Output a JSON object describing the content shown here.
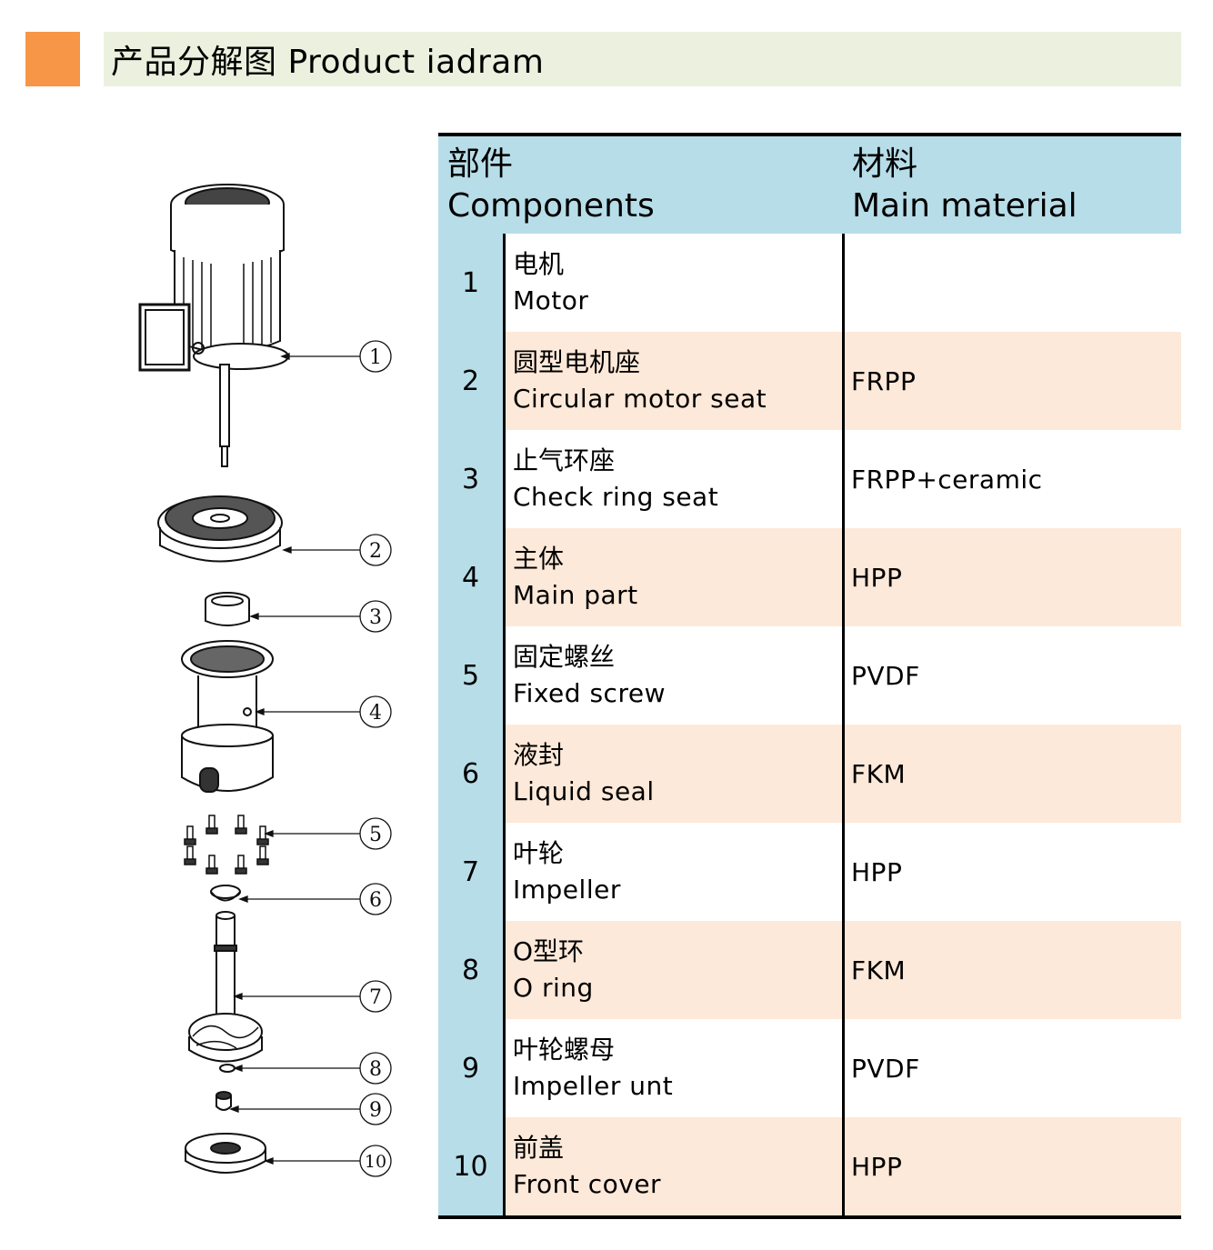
{
  "header": {
    "title": "产品分解图 Product iadram",
    "accent_color": "#f79646",
    "bar_color": "#ebf1de"
  },
  "diagram": {
    "callouts": [
      "1",
      "2",
      "3",
      "4",
      "5",
      "6",
      "7",
      "8",
      "9",
      "10"
    ]
  },
  "table": {
    "header_color": "#b7dde8",
    "shade_color": "#fde9d9",
    "columns": {
      "components_zh": "部件",
      "components_en": "Components",
      "material_zh": "材料",
      "material_en": "Main material"
    },
    "rows": [
      {
        "num": "1",
        "name_zh": "电机",
        "name_en": "Motor",
        "material": "",
        "shaded": false
      },
      {
        "num": "2",
        "name_zh": "圆型电机座",
        "name_en": "Circular motor seat",
        "material": "FRPP",
        "shaded": true
      },
      {
        "num": "3",
        "name_zh": "止气环座",
        "name_en": "Check ring seat",
        "material": "FRPP+ceramic",
        "shaded": false
      },
      {
        "num": "4",
        "name_zh": "主体",
        "name_en": "Main part",
        "material": "HPP",
        "shaded": true
      },
      {
        "num": "5",
        "name_zh": "固定螺丝",
        "name_en": "Fixed screw",
        "material": "PVDF",
        "shaded": false
      },
      {
        "num": "6",
        "name_zh": "液封",
        "name_en": "Liquid seal",
        "material": "FKM",
        "shaded": true
      },
      {
        "num": "7",
        "name_zh": "叶轮",
        "name_en": "Impeller",
        "material": "HPP",
        "shaded": false
      },
      {
        "num": "8",
        "name_zh": "O型环",
        "name_en": "O ring",
        "material": "FKM",
        "shaded": true
      },
      {
        "num": "9",
        "name_zh": "叶轮螺母",
        "name_en": "Impeller unt",
        "material": "PVDF",
        "shaded": false
      },
      {
        "num": "10",
        "name_zh": "前盖",
        "name_en": "Front cover",
        "material": "HPP",
        "shaded": true
      }
    ]
  }
}
